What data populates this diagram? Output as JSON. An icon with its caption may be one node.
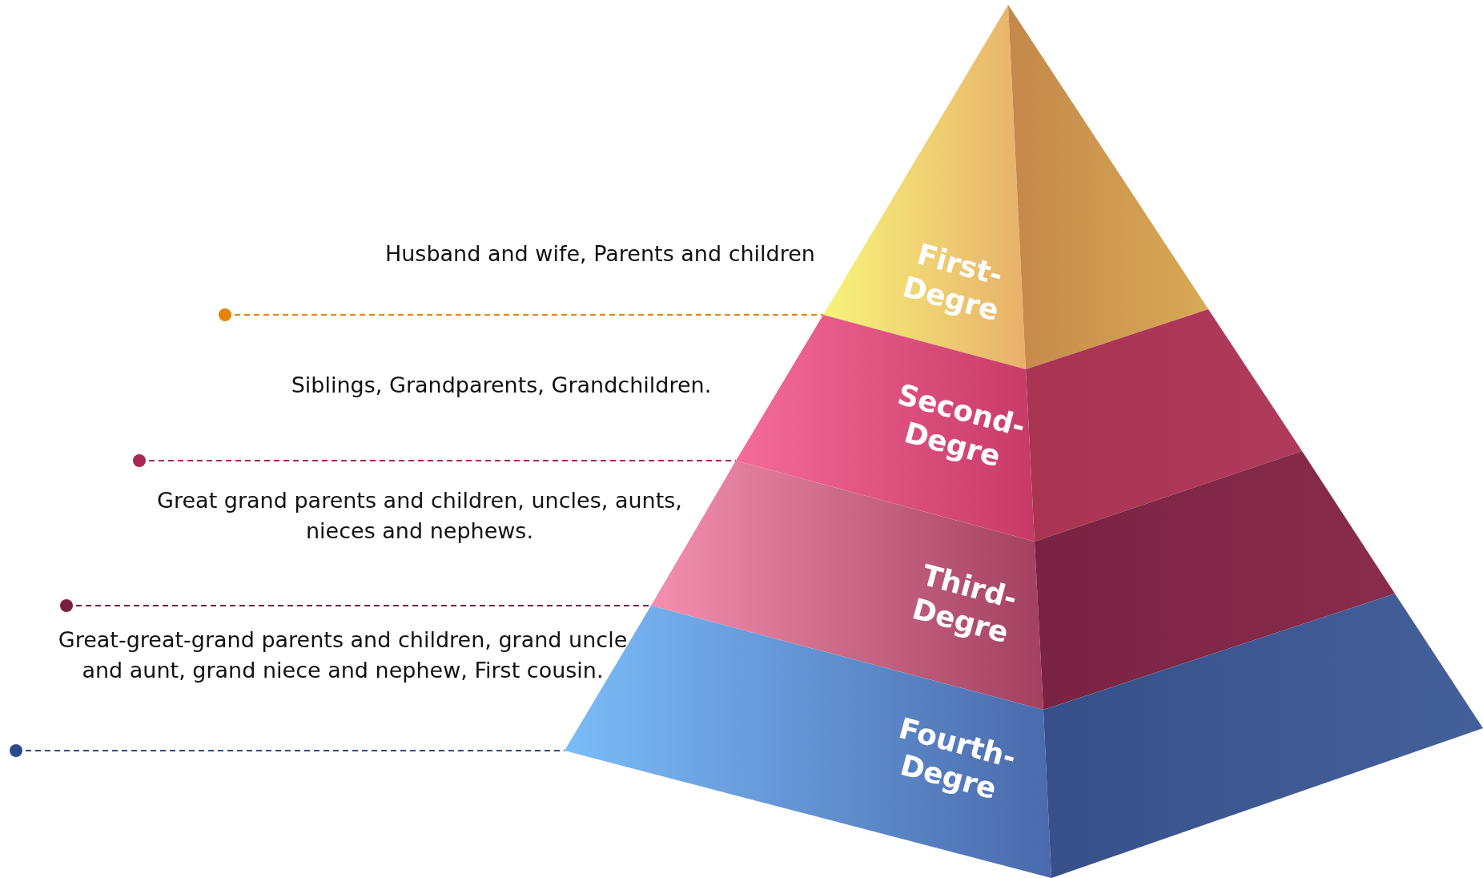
{
  "diagram": {
    "nodes": [
      {
        "text": [
          "First- Degre"
        ]
      },
      {
        "text": [
          "Second- Degre"
        ]
      },
      {
        "text": [
          "Third- Degre"
        ]
      },
      {
        "text": [
          "Fourth- Degre"
        ]
      }
    ],
    "labels": [
      "Husband and wife, Parents and children",
      "Siblings, Grandparents, Grandchildren.",
      "Great grand parents and children, uncles, aunts, nieces and nephews.",
      "Great-great-grand parents and children, grand uncle and aunt, grand niece and nephew, First cousin."
    ]
  }
}
